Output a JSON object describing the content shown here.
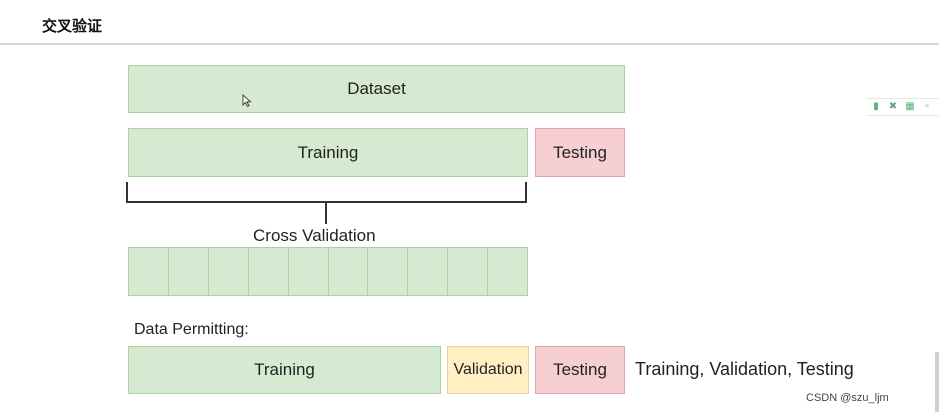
{
  "header": {
    "title": "交叉验证"
  },
  "diagram": {
    "dataset_label": "Dataset",
    "training_label": "Training",
    "testing_label": "Testing",
    "cross_validation_label": "Cross Validation",
    "fold_count": 10,
    "data_permitting_label": "Data Permitting:",
    "split": {
      "training_label": "Training",
      "validation_label": "Validation",
      "testing_label": "Testing",
      "caption": "Training, Validation, Testing"
    }
  },
  "toolbar": {
    "icons": [
      "doc-icon",
      "expand-icon",
      "copy-icon",
      "share-icon"
    ]
  },
  "watermark": "CSDN @szu_ljm",
  "colors": {
    "green_fill": "#d5ead1",
    "red_fill": "#f5cfd2",
    "yellow_fill": "#fff0c4"
  }
}
